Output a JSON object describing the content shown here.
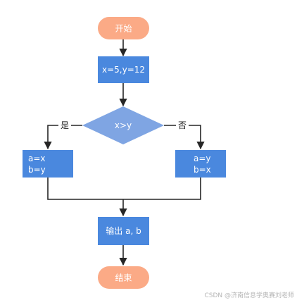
{
  "nodes": {
    "start": {
      "label": "开始"
    },
    "assign": {
      "label": "x=5,y=12"
    },
    "decision": {
      "label": "x>y"
    },
    "left_box": {
      "line1": "a=x",
      "line2": "b=y"
    },
    "right_box": {
      "line1": "a=y",
      "line2": "b=x"
    },
    "output": {
      "label": "输出 a, b"
    },
    "end": {
      "label": "结束"
    }
  },
  "edges": {
    "yes_label": "是",
    "no_label": "否"
  },
  "watermark": "CSDN @济南信息学奥赛刘老师",
  "colors": {
    "terminal": "#FBAA86",
    "process": "#4A88DE",
    "decision": "#7FA5E3",
    "line": "#262626"
  }
}
